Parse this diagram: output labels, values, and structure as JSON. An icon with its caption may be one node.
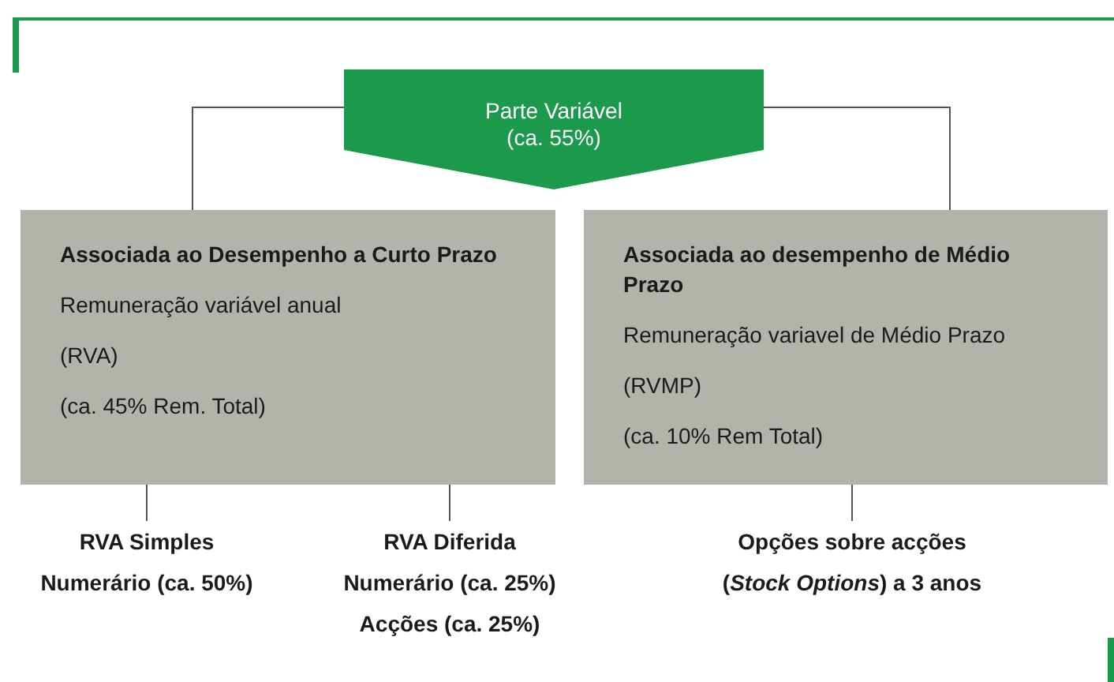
{
  "diagram": {
    "nodes": [
      {
        "text": [
          "Parte Variável (ca. 55%)"
        ]
      },
      {
        "text": [
          "Associada ao Desempenho a Curto Prazo",
          "Remuneração variável anual",
          "(RVA)",
          "(ca. 45% Rem. Total)"
        ]
      },
      {
        "text": [
          "Associada ao desempenho de Médio Prazo",
          "Remuneração variavel de Médio Prazo",
          "(RVMP)",
          "(ca. 10% Rem Total)"
        ]
      },
      {
        "text": [
          "RVA Simples",
          "Numerário (ca. 50%)"
        ]
      },
      {
        "text": [
          "RVA Diferida",
          "Numerário (ca. 25%)",
          "Acções (ca. 25%)"
        ]
      },
      {
        "text": [
          "Opções sobre acções",
          "(*Stock Options*) a 3 anos"
        ]
      }
    ],
    "edges": [
      {
        "from": 0,
        "to": 1,
        "arrow": "none"
      },
      {
        "from": 0,
        "to": 2,
        "arrow": "none"
      },
      {
        "from": 1,
        "to": 3,
        "arrow": "none"
      },
      {
        "from": 1,
        "to": 4,
        "arrow": "none"
      },
      {
        "from": 2,
        "to": 5,
        "arrow": "none"
      }
    ]
  }
}
